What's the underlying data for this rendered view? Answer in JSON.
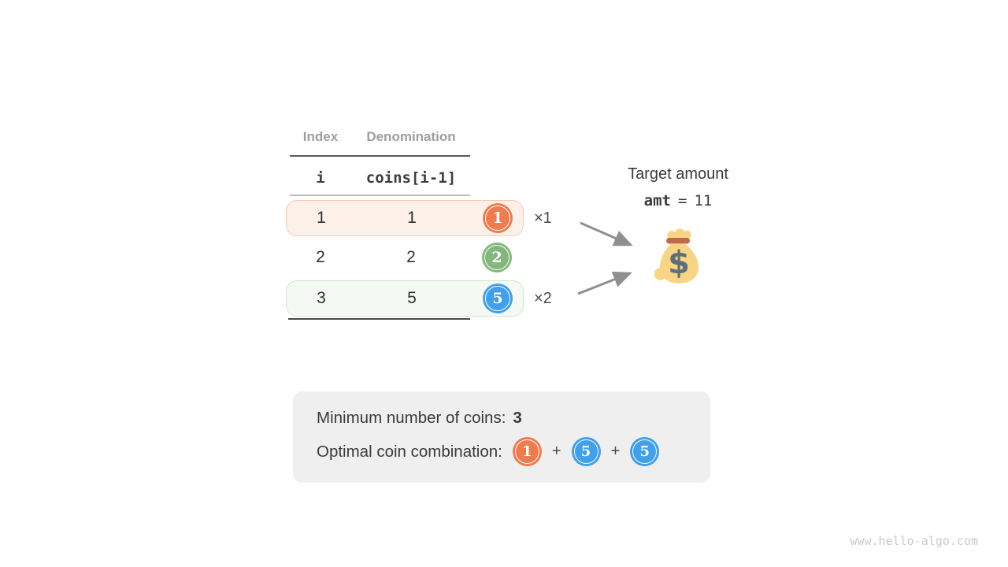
{
  "colors": {
    "coin-orange": "#ED7C50",
    "coin-green": "#83B77D",
    "coin-blue": "#41A0E9",
    "row-orange-bg": "#FDF0E8",
    "row-orange-border": "#F6C9AE",
    "row-green-bg": "#F4FAF3",
    "row-green-border": "#CFE7CB",
    "panel-bg": "#EFEFEF",
    "arrow-gray": "#8F8F8F",
    "bag-body": "#F7D584",
    "bag-band": "#C0694E",
    "bag-dollar": "#5F6E79",
    "text-dark": "#3A3A3A",
    "text-gray-header": "#9E9E9E",
    "watermark": "#C9C9C9"
  },
  "table": {
    "headers": {
      "index": "Index",
      "denomination": "Denomination"
    },
    "subheaders": {
      "index": "i",
      "denomination": "coins[i-1]"
    },
    "rows": [
      {
        "index": "1",
        "denomination": "1",
        "coin": "1",
        "coin_color": "orange",
        "highlight": "orange"
      },
      {
        "index": "2",
        "denomination": "2",
        "coin": "2",
        "coin_color": "green",
        "highlight": "none"
      },
      {
        "index": "3",
        "denomination": "5",
        "coin": "5",
        "coin_color": "blue",
        "highlight": "green"
      }
    ]
  },
  "multipliers": {
    "row1": "×1",
    "row3": "×2"
  },
  "target": {
    "label": "Target amount",
    "variable": "amt",
    "equals": "=",
    "value": "11"
  },
  "moneybag": {
    "icon": "money-bag",
    "symbol": "$"
  },
  "summary": {
    "min_label": "Minimum number of coins:",
    "min_value": "3",
    "combo_label": "Optimal coin combination:",
    "combo_coins": [
      {
        "value": "1",
        "color": "orange"
      },
      {
        "value": "5",
        "color": "blue"
      },
      {
        "value": "5",
        "color": "blue"
      }
    ],
    "plus": "+"
  },
  "watermark": "www.hello-algo.com"
}
